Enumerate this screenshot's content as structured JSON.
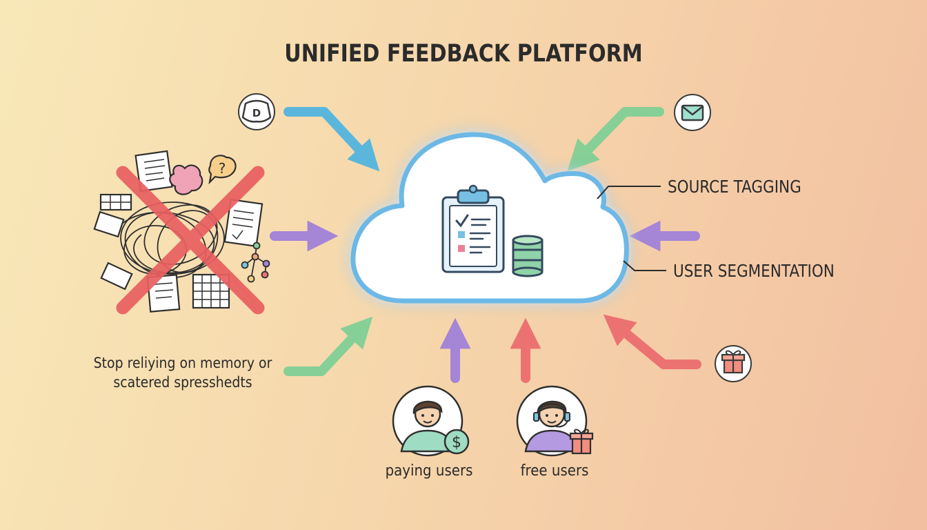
{
  "title": "UNIFIED FEEDBACK PLATFORM",
  "labels": {
    "source_tagging": "SOURCE TAGGING",
    "user_segmentation": "USER SEGMENTATION",
    "stop_note_line1": "Stop reliying on memory or",
    "stop_note_line2": "scatered spresshedts"
  },
  "users": [
    {
      "label": "paying users",
      "badge": "$"
    },
    {
      "label": "free users",
      "badge": "gift"
    }
  ],
  "icons": {
    "discord": "discord-icon",
    "email": "envelope-icon",
    "gift": "gift-icon",
    "clipboard": "clipboard-checklist-icon",
    "database": "database-icon",
    "chaos": "scattered-notes-icon"
  },
  "colors": {
    "blue": "#5bb6dc",
    "green": "#86cf96",
    "purple": "#a585d6",
    "red": "#ec7272",
    "cloud_border": "#6cb8e6",
    "text": "#2a2a2a"
  }
}
